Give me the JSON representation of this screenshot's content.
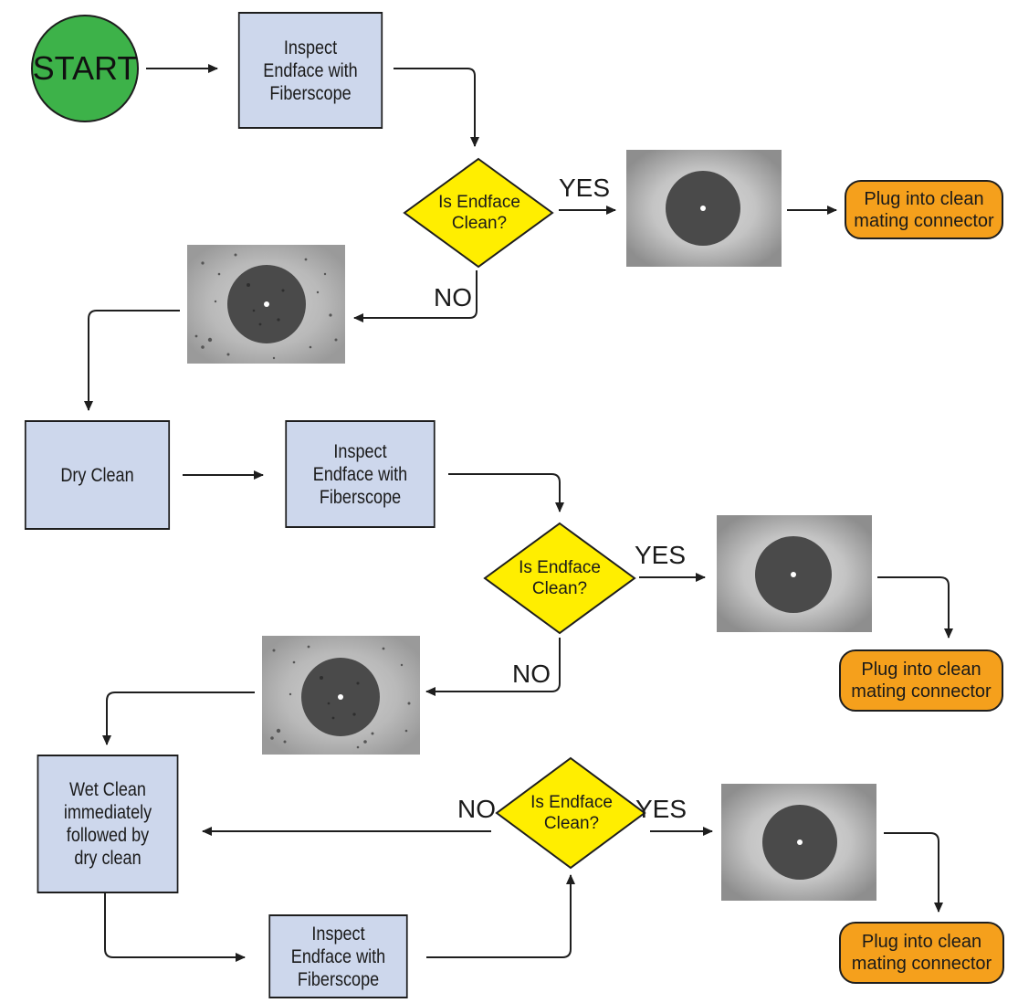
{
  "nodes": {
    "start": "START",
    "inspect_1": "Inspect\nEndface with\nFiberscope",
    "decision_1": "Is Endface\nClean?",
    "plug_1": "Plug into clean\nmating connector",
    "dry_clean": "Dry Clean",
    "inspect_2": "Inspect\nEndface with\nFiberscope",
    "decision_2": "Is Endface\nClean?",
    "plug_2": "Plug into clean\nmating connector",
    "wet_clean": "Wet Clean\nimmediately\nfollowed by\ndry clean",
    "inspect_3": "Inspect\nEndface with\nFiberscope",
    "decision_3": "Is Endface\nClean?",
    "plug_3": "Plug into clean\nmating connector"
  },
  "edge_labels": {
    "yes_1": "YES",
    "no_1": "NO",
    "yes_2": "YES",
    "no_2": "NO",
    "yes_3": "YES",
    "no_3": "NO"
  },
  "colors": {
    "start": "#3db249",
    "process_box": "#cdd7ec",
    "decision": "#ffee00",
    "terminal": "#f5a01c",
    "lines": "#1e1e1e"
  },
  "images": {
    "clean_endface": "clean-endface-image",
    "dirty_endface": "dirty-endface-image"
  }
}
